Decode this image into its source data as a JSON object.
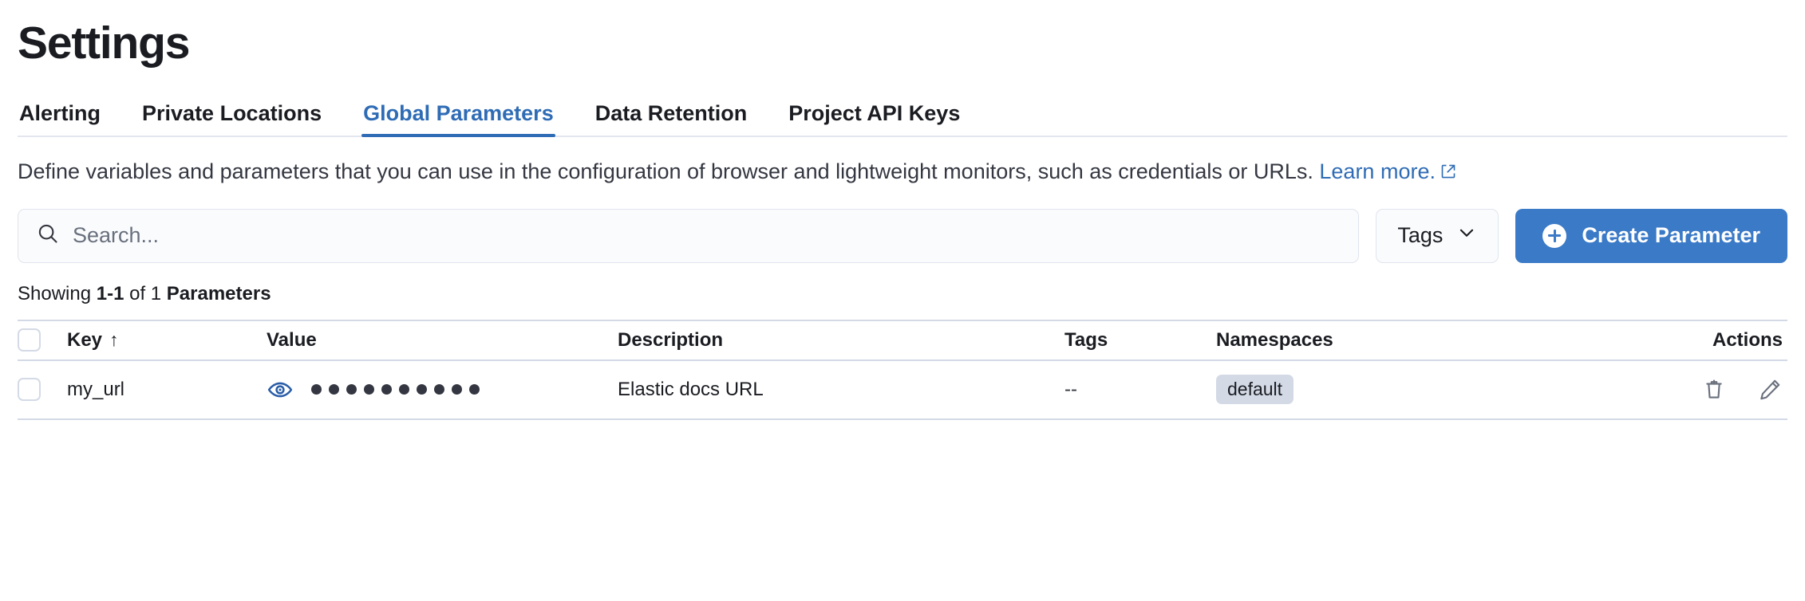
{
  "header": {
    "title": "Settings"
  },
  "tabs": [
    {
      "label": "Alerting",
      "active": false
    },
    {
      "label": "Private Locations",
      "active": false
    },
    {
      "label": "Global Parameters",
      "active": true
    },
    {
      "label": "Data Retention",
      "active": false
    },
    {
      "label": "Project API Keys",
      "active": false
    }
  ],
  "description": {
    "text": "Define variables and parameters that you can use in the configuration of browser and lightweight monitors, such as credentials or URLs.",
    "link_label": "Learn more.",
    "link_icon": "external-link-icon"
  },
  "controls": {
    "search": {
      "icon": "search-icon",
      "value": "",
      "placeholder": "Search..."
    },
    "tags_dropdown": {
      "label": "Tags",
      "icon": "chevron-down-icon"
    },
    "create_button": {
      "label": "Create Parameter",
      "icon": "plus-circle-icon"
    }
  },
  "results": {
    "prefix": "Showing ",
    "range": "1-1",
    "middle": " of 1 ",
    "entity": "Parameters"
  },
  "table": {
    "columns": [
      {
        "key": "select",
        "label": ""
      },
      {
        "key": "key",
        "label": "Key",
        "sort": "↑"
      },
      {
        "key": "value",
        "label": "Value"
      },
      {
        "key": "description",
        "label": "Description"
      },
      {
        "key": "tags",
        "label": "Tags"
      },
      {
        "key": "namespaces",
        "label": "Namespaces"
      },
      {
        "key": "actions",
        "label": "Actions"
      }
    ],
    "rows": [
      {
        "key": "my_url",
        "value_masked": "••••••••••",
        "value_dot_count": 10,
        "value_toggle_icon": "eye-icon",
        "description": "Elastic docs URL",
        "tags": "--",
        "namespaces": [
          "default"
        ],
        "actions": [
          "trash-icon",
          "pencil-icon"
        ]
      }
    ]
  },
  "colors": {
    "accent": "#2f6cb5",
    "button": "#3b7ac7",
    "badge_bg": "#d3dae6",
    "border": "#d3dae6",
    "text": "#1a1c21",
    "muted_text": "#69707d",
    "field_bg": "#fafbfd"
  }
}
